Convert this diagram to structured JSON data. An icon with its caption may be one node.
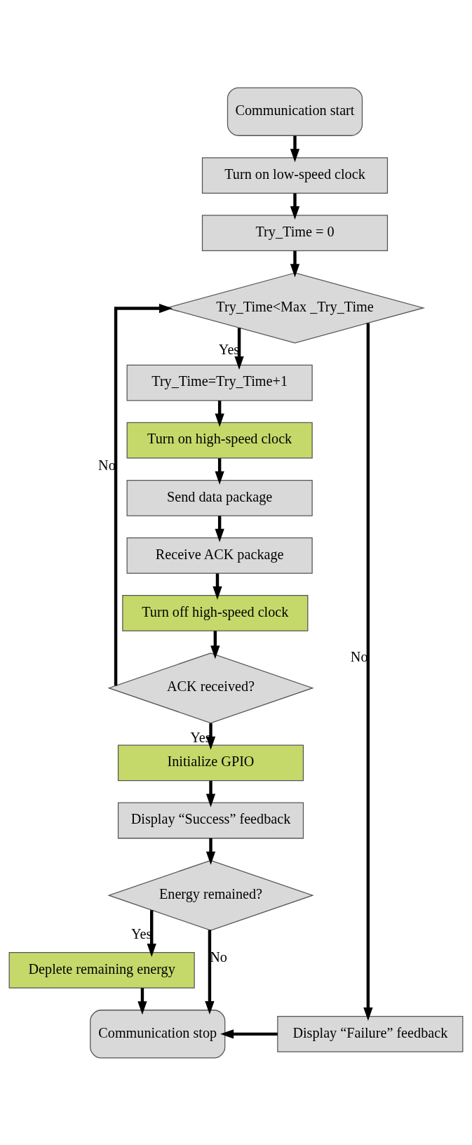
{
  "diagram": {
    "nodes": [
      {
        "text": [
          "Communication start"
        ]
      },
      {
        "text": [
          "Turn on low-speed clock"
        ]
      },
      {
        "text": [
          "Try_Time = 0"
        ]
      },
      {
        "text": [
          "Try_Time<Max _Try_Time"
        ]
      },
      {
        "text": [
          "Try_Time=Try_Time+1"
        ]
      },
      {
        "text": [
          "Turn on high-speed clock"
        ]
      },
      {
        "text": [
          "Send data package"
        ]
      },
      {
        "text": [
          "Receive ACK package"
        ]
      },
      {
        "text": [
          "Turn off high-speed clock"
        ]
      },
      {
        "text": [
          "ACK received?"
        ]
      },
      {
        "text": [
          "Initialize GPIO"
        ]
      },
      {
        "text": [
          "Display “Success” feedback"
        ]
      },
      {
        "text": [
          "Energy remained?"
        ]
      },
      {
        "text": [
          "Deplete remaining energy"
        ]
      },
      {
        "text": [
          "Communication stop"
        ]
      },
      {
        "text": [
          "Display “Failure” feedback"
        ]
      }
    ],
    "edges": [
      {
        "from": 0,
        "to": 1,
        "arrow": "to"
      },
      {
        "from": 1,
        "to": 2,
        "arrow": "to"
      },
      {
        "from": 2,
        "to": 3,
        "arrow": "to"
      },
      {
        "from": 3,
        "to": 4,
        "arrow": "to",
        "label": "Yes"
      },
      {
        "from": 4,
        "to": 5,
        "arrow": "to"
      },
      {
        "from": 5,
        "to": 6,
        "arrow": "to"
      },
      {
        "from": 6,
        "to": 7,
        "arrow": "to"
      },
      {
        "from": 7,
        "to": 8,
        "arrow": "to"
      },
      {
        "from": 8,
        "to": 9,
        "arrow": "to"
      },
      {
        "from": 9,
        "to": 3,
        "arrow": "to",
        "label": "No"
      },
      {
        "from": 9,
        "to": 10,
        "arrow": "to",
        "label": "Yes"
      },
      {
        "from": 10,
        "to": 11,
        "arrow": "to"
      },
      {
        "from": 11,
        "to": 12,
        "arrow": "to"
      },
      {
        "from": 12,
        "to": 13,
        "arrow": "to",
        "label": "Yes"
      },
      {
        "from": 12,
        "to": 14,
        "arrow": "to",
        "label": "No"
      },
      {
        "from": 13,
        "to": 14,
        "arrow": "to"
      },
      {
        "from": 3,
        "to": 15,
        "arrow": "to",
        "label": "No"
      },
      {
        "from": 15,
        "to": 14,
        "arrow": "to"
      }
    ]
  }
}
